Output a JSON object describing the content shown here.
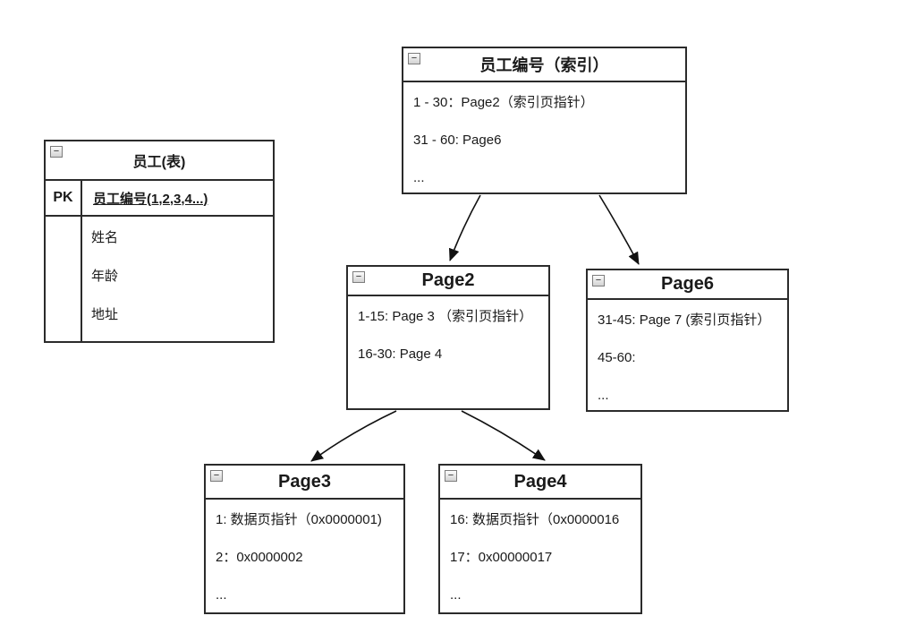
{
  "canvas": {
    "background": "#ffffff",
    "line_color": "#2b2b2b",
    "text_color": "#1a1a1a"
  },
  "icons": {
    "collapse_glyph": "−"
  },
  "boxes": {
    "index": {
      "title": "员工编号（索引）",
      "lines": [
        "1 - 30：Page2（索引页指针）",
        "31 - 60: Page6",
        "..."
      ]
    },
    "employee": {
      "title": "员工(表)",
      "pk_label": "PK",
      "pk_field": "员工编号(1,2,3,4...)",
      "fields": [
        "姓名",
        "年龄",
        "地址"
      ]
    },
    "page2": {
      "title": "Page2",
      "lines": [
        "1-15: Page 3 （索引页指针）",
        "16-30: Page 4"
      ]
    },
    "page6": {
      "title": "Page6",
      "lines": [
        "31-45: Page 7 (索引页指针）",
        "45-60:",
        "..."
      ]
    },
    "page3": {
      "title": "Page3",
      "lines": [
        "1: 数据页指针（0x0000001)",
        "2：0x0000002",
        "..."
      ]
    },
    "page4": {
      "title": "Page4",
      "lines": [
        "16: 数据页指针（0x0000016",
        "17：0x00000017",
        "..."
      ]
    }
  },
  "edges": [
    {
      "from": "index",
      "to": "page2"
    },
    {
      "from": "index",
      "to": "page6"
    },
    {
      "from": "page2",
      "to": "page3"
    },
    {
      "from": "page2",
      "to": "page4"
    }
  ]
}
